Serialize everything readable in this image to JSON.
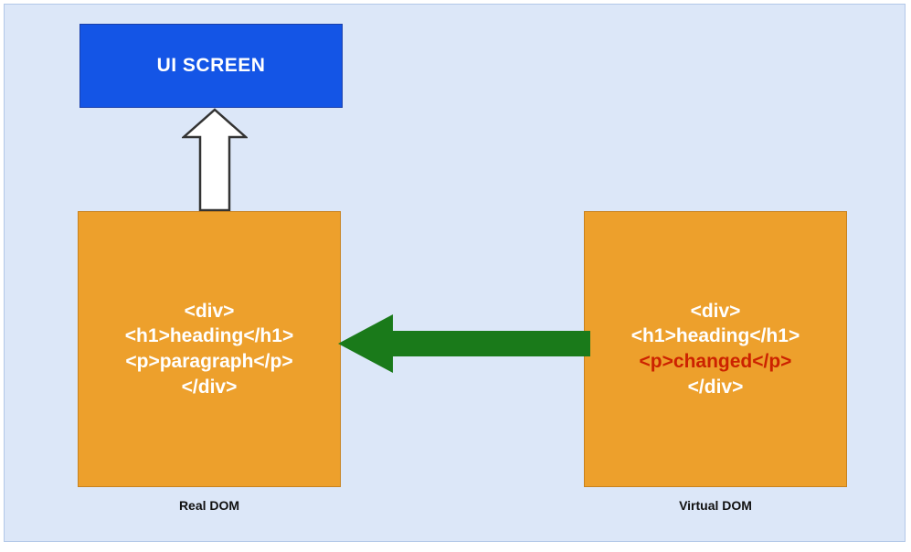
{
  "diagram": {
    "background_color": "#dce7f8",
    "border_color": "#b3c8e8",
    "ui_screen": {
      "label": "UI SCREEN",
      "fill_color": "#1455e6",
      "text_color": "#ffffff"
    },
    "up_arrow": {
      "icon": "arrow-up-icon",
      "fill_color": "#ffffff",
      "stroke_color": "#333333",
      "direction": "up"
    },
    "green_arrow": {
      "icon": "arrow-left-icon",
      "fill_color": "#1a7a1a",
      "direction": "left"
    },
    "real_dom": {
      "caption": "Real DOM",
      "fill_color": "#eda02c",
      "border_color": "#c8821f",
      "code_lines": [
        {
          "text": "<div>",
          "color": "#ffffff",
          "changed": false
        },
        {
          "text": "<h1>heading</h1>",
          "color": "#ffffff",
          "changed": false
        },
        {
          "text": "<p>paragraph</p>",
          "color": "#ffffff",
          "changed": false
        },
        {
          "text": "</div>",
          "color": "#ffffff",
          "changed": false
        }
      ]
    },
    "virtual_dom": {
      "caption": "Virtual DOM",
      "fill_color": "#eda02c",
      "border_color": "#c8821f",
      "code_lines": [
        {
          "text": "<div>",
          "color": "#ffffff",
          "changed": false
        },
        {
          "text": "<h1>heading</h1>",
          "color": "#ffffff",
          "changed": false
        },
        {
          "text": "<p>changed</p>",
          "color": "#cc2200",
          "changed": true
        },
        {
          "text": "</div>",
          "color": "#ffffff",
          "changed": false
        }
      ]
    }
  }
}
